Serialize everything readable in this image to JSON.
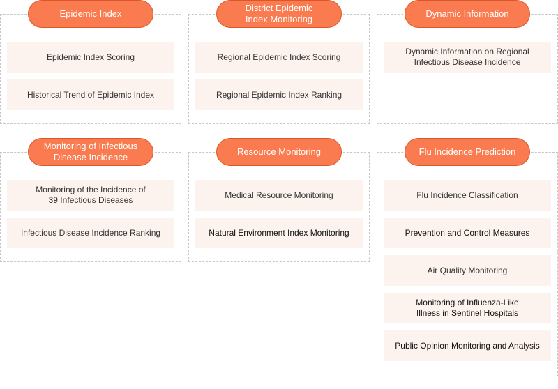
{
  "modules": [
    {
      "title": "Epidemic Index",
      "items": [
        "Epidemic Index Scoring",
        "Historical Trend of Epidemic Index"
      ]
    },
    {
      "title": "District Epidemic\nIndex Monitoring",
      "items": [
        "Regional Epidemic Index Scoring",
        "Regional Epidemic Index Ranking"
      ]
    },
    {
      "title": "Dynamic Information",
      "items": [
        "Dynamic Information on Regional\nInfectious Disease Incidence"
      ]
    },
    {
      "title": "Monitoring of Infectious\nDisease Incidence",
      "items": [
        "Monitoring of the Incidence of\n39 Infectious Diseases",
        "Infectious Disease Incidence Ranking"
      ]
    },
    {
      "title": "Resource Monitoring",
      "items": [
        "Medical Resource Monitoring",
        "Natural Environment Index Monitoring"
      ]
    },
    {
      "title": "Flu Incidence Prediction",
      "items": [
        "Flu Incidence Classification",
        "Prevention and Control Measures",
        "Air Quality Monitoring",
        "Monitoring of Influenza-Like\nIllness in Sentinel Hospitals",
        "Public Opinion Monitoring and Analysis"
      ]
    }
  ],
  "colors": {
    "pill": "#f97b4f",
    "item_bg": "#fdf3ee",
    "border": "#c8c8c8"
  }
}
